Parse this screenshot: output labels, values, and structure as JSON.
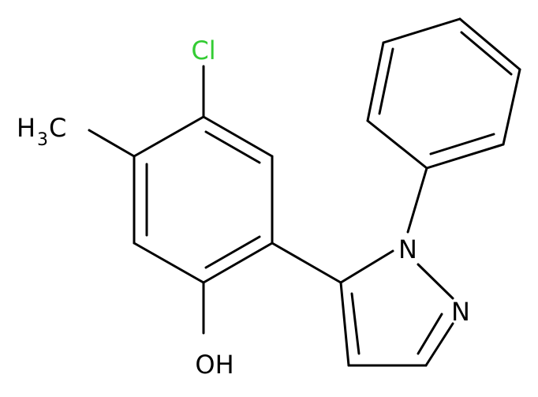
{
  "labels": {
    "chlorine": "Cl",
    "methyl_H": "H",
    "methyl_sub": "3",
    "methyl_C": "C",
    "hydroxyl": "OH",
    "nitrogen_1": "N",
    "nitrogen_2": "N"
  },
  "colors": {
    "chlorine": "#33cc33",
    "default": "#000000",
    "background": "#ffffff"
  }
}
